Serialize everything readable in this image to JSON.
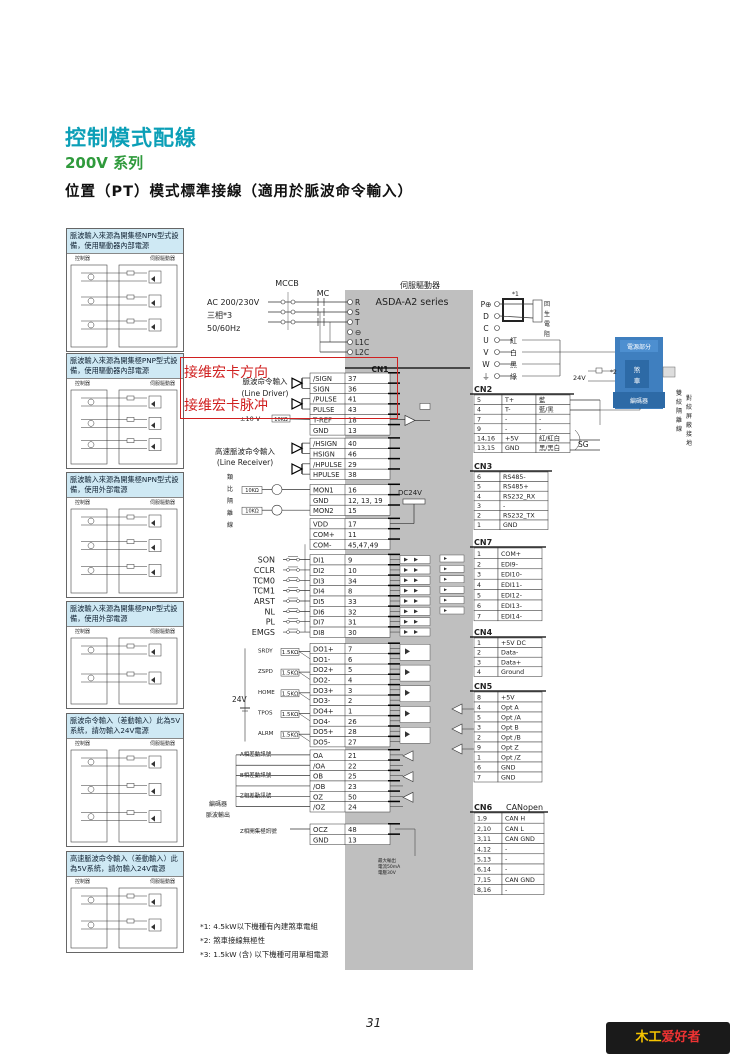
{
  "header": {
    "title": "控制模式配線",
    "series": "200V 系列",
    "subtitle": "位置（PT）模式標準接線（適用於脈波命令輸入）"
  },
  "panels": [
    {
      "title": "脈波輸入來源為開集極NPN型式設備，使用驅動器內部電源",
      "left": "控制器",
      "right": "伺服驅動器"
    },
    {
      "title": "脈波輸入來源為開集極PNP型式設備，使用驅動器內部電源",
      "left": "控制器",
      "right": "伺服驅動器"
    },
    {
      "title": "脈波輸入來源為開集極NPN型式設備，使用外部電源",
      "left": "控制器",
      "right": "伺服驅動器"
    },
    {
      "title": "脈波輸入來源為開集極PNP型式設備，使用外部電源",
      "left": "控制器",
      "right": "伺服驅動器"
    },
    {
      "title": "脈波命令輸入（差動輸入）此為5V系統，請勿輸入24V電源",
      "left": "控制器",
      "right": "伺服驅動器"
    },
    {
      "title": "高速脈波命令輸入（差動輸入）此為5V系統，請勿輸入24V電源",
      "left": "控制器",
      "right": "伺服驅動器"
    }
  ],
  "power": {
    "mccb": "MCCB",
    "mc": "MC",
    "ac1": "AC 200/230V",
    "ac2": "三相*3",
    "ac3": "50/60Hz",
    "drive_label": "伺服驅動器",
    "model": "ASDA-A2 series",
    "terminals": [
      "R",
      "S",
      "T",
      "⊖",
      "L1C",
      "L2C"
    ],
    "right_terminals": [
      "P⊕",
      "D",
      "C",
      "U",
      "V",
      "W",
      "⏚"
    ],
    "regen": "回生電阻",
    "regen_mark": "*1",
    "motor_colors": [
      "紅",
      "白",
      "黑",
      "綠"
    ],
    "brake": "電源部分",
    "brake_v": "24V",
    "brake_mark": "*2",
    "encoder": "編碼器",
    "brake_box": "煞車"
  },
  "annotations": {
    "red1": "接维宏卡方向",
    "red2": "接维宏卡脉冲"
  },
  "cn1": {
    "label": "CN1",
    "pulse_label": "脈波命令輸入",
    "pulse_sub": "(Line Driver)",
    "hs_label": "高速脈波命令輸入",
    "hs_sub": "(Line Receiver)",
    "analog_label": "類比隔離線",
    "pot1": "10KΩ",
    "pot2": "10KΩ",
    "vref": "±10 V",
    "vref_r": "10KΩ",
    "dc24": "DC24V",
    "pins": [
      {
        "name": "/SIGN",
        "num": "37"
      },
      {
        "name": "SIGN",
        "num": "36"
      },
      {
        "name": "/PULSE",
        "num": "41"
      },
      {
        "name": "PULSE",
        "num": "43"
      },
      {
        "name": "T-REF",
        "num": "18"
      },
      {
        "name": "GND",
        "num": "13"
      },
      {
        "name": "/HSIGN",
        "num": "40"
      },
      {
        "name": "HSIGN",
        "num": "46"
      },
      {
        "name": "/HPULSE",
        "num": "29"
      },
      {
        "name": "HPULSE",
        "num": "38"
      },
      {
        "name": "MON1",
        "num": "16"
      },
      {
        "name": "GND",
        "num": "12, 13, 19"
      },
      {
        "name": "MON2",
        "num": "15"
      },
      {
        "name": "VDD",
        "num": "17"
      },
      {
        "name": "COM+",
        "num": "11"
      },
      {
        "name": "COM-",
        "num": "45,47,49"
      },
      {
        "name": "DI1",
        "num": "9"
      },
      {
        "name": "DI2",
        "num": "10"
      },
      {
        "name": "DI3",
        "num": "34"
      },
      {
        "name": "DI4",
        "num": "8"
      },
      {
        "name": "DI5",
        "num": "33"
      },
      {
        "name": "DI6",
        "num": "32"
      },
      {
        "name": "DI7",
        "num": "31"
      },
      {
        "name": "DI8",
        "num": "30"
      },
      {
        "name": "DO1+",
        "num": "7"
      },
      {
        "name": "DO1-",
        "num": "6"
      },
      {
        "name": "DO2+",
        "num": "5"
      },
      {
        "name": "DO2-",
        "num": "4"
      },
      {
        "name": "DO3+",
        "num": "3"
      },
      {
        "name": "DO3-",
        "num": "2"
      },
      {
        "name": "DO4+",
        "num": "1"
      },
      {
        "name": "DO4-",
        "num": "26"
      },
      {
        "name": "DO5+",
        "num": "28"
      },
      {
        "name": "DO5-",
        "num": "27"
      },
      {
        "name": "OA",
        "num": "21"
      },
      {
        "name": "/OA",
        "num": "22"
      },
      {
        "name": "OB",
        "num": "25"
      },
      {
        "name": "/OB",
        "num": "23"
      },
      {
        "name": "OZ",
        "num": "50"
      },
      {
        "name": "/OZ",
        "num": "24"
      },
      {
        "name": "OCZ",
        "num": "48"
      },
      {
        "name": "GND",
        "num": "13"
      }
    ],
    "di_names": [
      "SON",
      "CCLR",
      "TCM0",
      "TCM1",
      "ARST",
      "NL",
      "PL",
      "EMGS"
    ],
    "do_names": [
      "SRDY",
      "ZSPD",
      "HOME",
      "TPOS",
      "ALRM"
    ],
    "do_res": "1.5KΩ",
    "v24": "24V",
    "enc_labels": [
      "A相差動訊號",
      "B相差動訊號",
      "Z相差動訊號"
    ],
    "enc_out": "編碼器脈波輸出",
    "z_oc": "Z相開集極訊號",
    "max_note": "最大輸出電流50mA電壓30V"
  },
  "cn2": {
    "label": "CN2",
    "rows": [
      {
        "pin": "5",
        "sig": "T+",
        "color": "藍"
      },
      {
        "pin": "4",
        "sig": "T-",
        "color": "藍/黑"
      },
      {
        "pin": "7",
        "sig": "-",
        "color": "-"
      },
      {
        "pin": "9",
        "sig": "-",
        "color": "-"
      },
      {
        "pin": "14,16",
        "sig": "+5V",
        "color": "紅/紅白"
      },
      {
        "pin": "13,15",
        "sig": "GND",
        "color": "黑/黑白"
      }
    ],
    "shield": "雙絞隔離線",
    "shield2": "對絞屏蔽接地",
    "sg": "SG"
  },
  "cn3": {
    "label": "CN3",
    "rows": [
      {
        "pin": "6",
        "sig": "RS485-"
      },
      {
        "pin": "5",
        "sig": "RS485+"
      },
      {
        "pin": "4",
        "sig": "RS232_RX"
      },
      {
        "pin": "3",
        "sig": "-"
      },
      {
        "pin": "2",
        "sig": "RS232_TX"
      },
      {
        "pin": "1",
        "sig": "GND"
      }
    ]
  },
  "cn7": {
    "label": "CN7",
    "rows": [
      {
        "pin": "1",
        "sig": "COM+"
      },
      {
        "pin": "2",
        "sig": "EDI9-"
      },
      {
        "pin": "3",
        "sig": "EDI10-"
      },
      {
        "pin": "4",
        "sig": "EDI11-"
      },
      {
        "pin": "5",
        "sig": "EDI12-"
      },
      {
        "pin": "6",
        "sig": "EDI13-"
      },
      {
        "pin": "7",
        "sig": "EDI14-"
      }
    ]
  },
  "cn4": {
    "label": "CN4",
    "rows": [
      {
        "pin": "1",
        "sig": "+5V DC"
      },
      {
        "pin": "2",
        "sig": "Data-"
      },
      {
        "pin": "3",
        "sig": "Data+"
      },
      {
        "pin": "4",
        "sig": "Ground"
      }
    ]
  },
  "cn5": {
    "label": "CN5",
    "rows": [
      {
        "pin": "8",
        "sig": "+5V"
      },
      {
        "pin": "4",
        "sig": "Opt A"
      },
      {
        "pin": "5",
        "sig": "Opt /A"
      },
      {
        "pin": "3",
        "sig": "Opt B"
      },
      {
        "pin": "2",
        "sig": "Opt /B"
      },
      {
        "pin": "9",
        "sig": "Opt Z"
      },
      {
        "pin": "1",
        "sig": "Opt /Z"
      },
      {
        "pin": "6",
        "sig": "GND"
      },
      {
        "pin": "7",
        "sig": "GND"
      }
    ]
  },
  "cn6": {
    "label": "CN6",
    "name": "CANopen",
    "rows": [
      {
        "pin": "1,9",
        "sig": "CAN H"
      },
      {
        "pin": "2,10",
        "sig": "CAN L"
      },
      {
        "pin": "3,11",
        "sig": "CAN GND"
      },
      {
        "pin": "4,12",
        "sig": "-"
      },
      {
        "pin": "5,13",
        "sig": "-"
      },
      {
        "pin": "6,14",
        "sig": "-"
      },
      {
        "pin": "7,15",
        "sig": "CAN GND"
      },
      {
        "pin": "8,16",
        "sig": "-"
      }
    ]
  },
  "notes": [
    "*1: 4.5kW以下機種有內建煞車電組",
    "*2: 煞車接線無極性",
    "*3: 1.5kW (含) 以下機種可用單相電源"
  ],
  "page_number": "31",
  "logo": {
    "a": "木工",
    "b": "爱好者"
  }
}
